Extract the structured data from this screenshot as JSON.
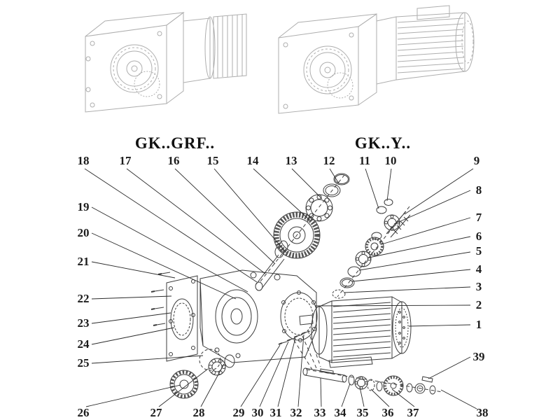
{
  "diagram": {
    "titles": {
      "left": "GK..GRF..",
      "right": "GK..Y.."
    },
    "callouts": {
      "top": [
        "18",
        "17",
        "16",
        "15",
        "14",
        "13",
        "12",
        "11",
        "10",
        "9"
      ],
      "left": [
        "19",
        "20",
        "21",
        "22",
        "23",
        "24",
        "25"
      ],
      "right": [
        "8",
        "7",
        "6",
        "5",
        "4",
        "3",
        "2",
        "1",
        "39"
      ],
      "bottom": [
        "26",
        "27",
        "28",
        "29",
        "30",
        "31",
        "32",
        "33",
        "34",
        "35",
        "36",
        "37",
        "38"
      ]
    }
  }
}
